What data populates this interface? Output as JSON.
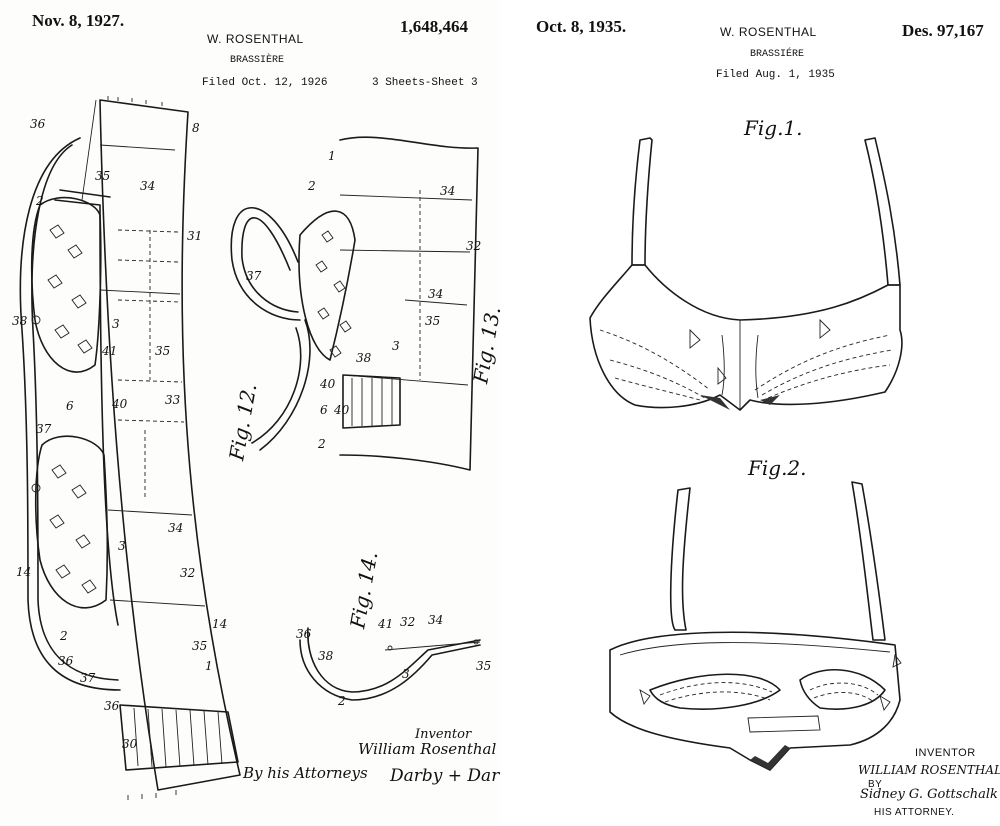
{
  "left_patent": {
    "date": "Nov. 8, 1927.",
    "inventor_name": "W. ROSENTHAL",
    "patent_number": "1,648,464",
    "title": "BRASSIÈRE",
    "filed": "Filed Oct. 12, 1926",
    "sheets": "3 Sheets-Sheet 3",
    "fig_labels": [
      "Fig. 12.",
      "Fig. 13.",
      "Fig. 14."
    ],
    "reference_numerals": [
      "36",
      "8",
      "35",
      "34",
      "31",
      "2",
      "38",
      "3",
      "35",
      "41",
      "6",
      "40",
      "37",
      "33",
      "3",
      "34",
      "14",
      "32",
      "2",
      "36",
      "37",
      "1",
      "35",
      "36",
      "30",
      "1",
      "34",
      "32",
      "37",
      "2",
      "34",
      "35",
      "3",
      "38",
      "40",
      "6",
      "40",
      "2",
      "41",
      "32",
      "34",
      "36",
      "38",
      "35",
      "3",
      "2",
      "14"
    ],
    "inventor_label": "Inventor",
    "inventor_signature": "William Rosenthal",
    "attorneys_line": "By his Attorneys",
    "attorneys_signature": "Darby + Darby."
  },
  "right_patent": {
    "date": "Oct. 8, 1935.",
    "inventor_name": "W. ROSENTHAL",
    "patent_number": "Des. 97,167",
    "title": "BRASSIÉRE",
    "filed": "Filed Aug. 1, 1935",
    "fig_labels": [
      "Fig.1.",
      "Fig.2."
    ],
    "inventor_label": "INVENTOR",
    "inventor_name_caps": "WILLIAM ROSENTHAL",
    "by_label": "BY",
    "attorney_signature": "Sidney G. Gottschalk",
    "attorney_label": "HIS ATTORNEY."
  }
}
